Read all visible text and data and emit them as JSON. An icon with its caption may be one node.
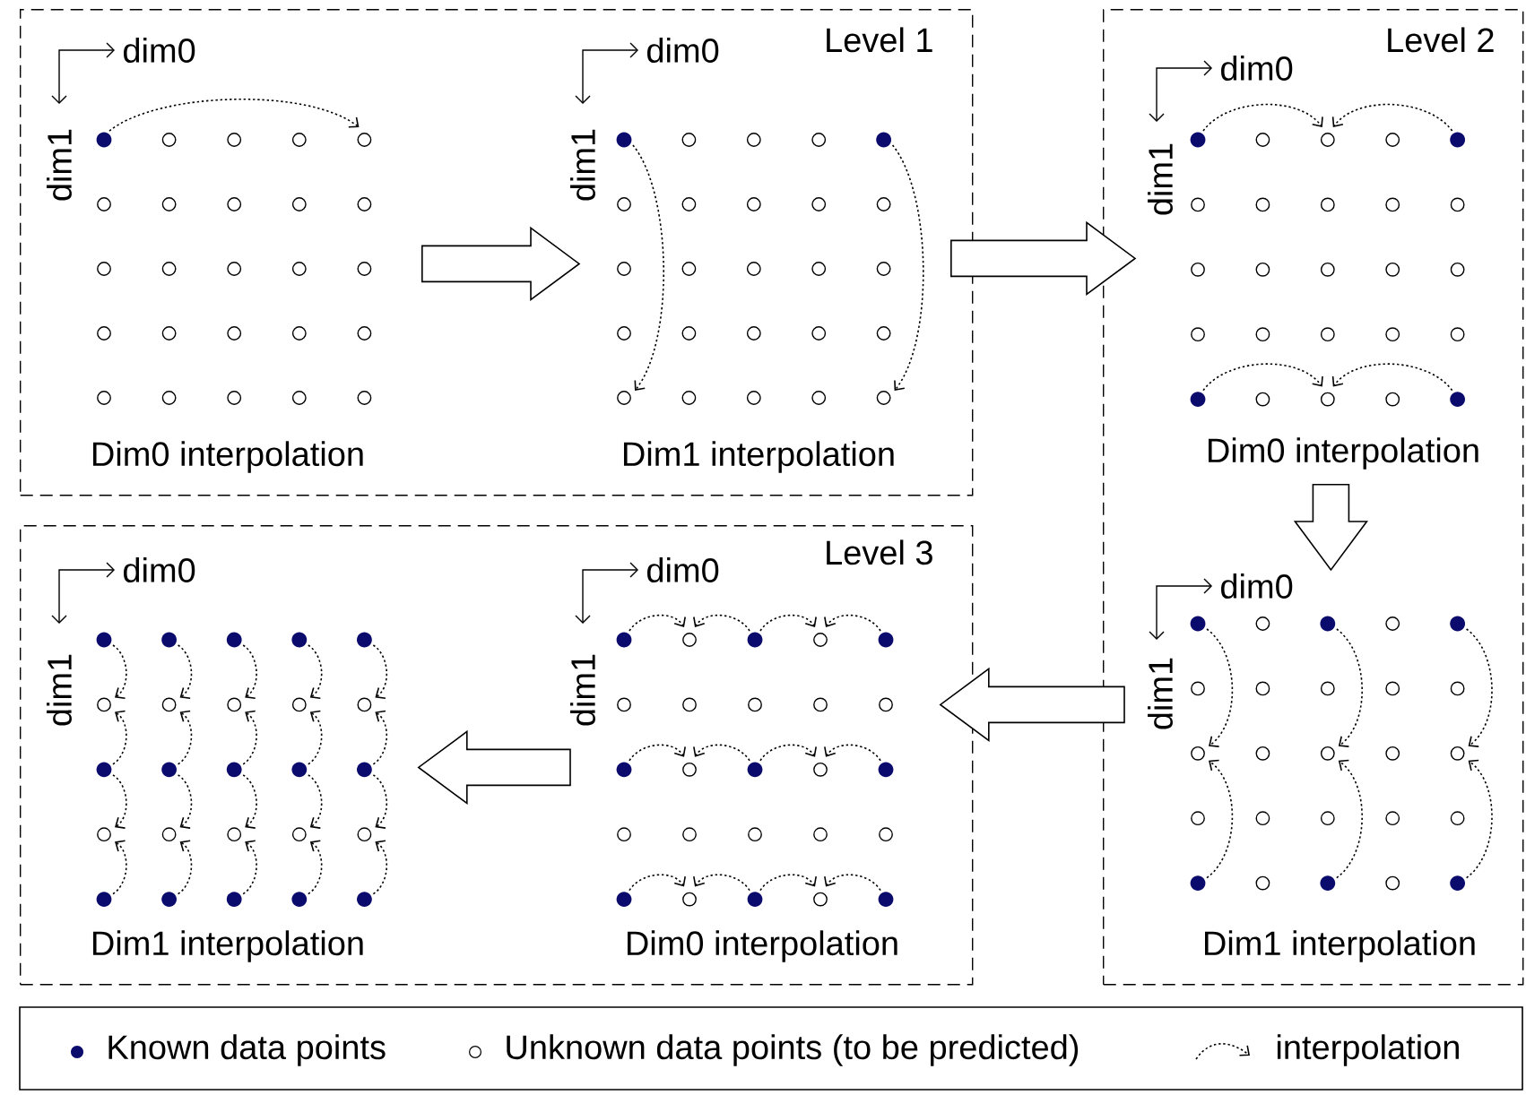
{
  "diagram": {
    "nodes": [
      {
        "text": [
          "Level 1"
        ]
      },
      {
        "text": [
          "Dim0 interpolation"
        ],
        "in": 0
      },
      {
        "text": [
          "Dim1 interpolation"
        ],
        "in": 0
      },
      {
        "text": [
          "Level 2"
        ]
      },
      {
        "text": [
          "Dim0 interpolation"
        ],
        "in": 3
      },
      {
        "text": [
          "Dim1 interpolation"
        ],
        "in": 3
      },
      {
        "text": [
          "Level 3"
        ]
      },
      {
        "text": [
          "Dim1 interpolation"
        ],
        "in": 6
      },
      {
        "text": [
          "Dim0 interpolation"
        ],
        "in": 6
      }
    ],
    "edges": [
      {
        "from": 1,
        "to": 2,
        "arrow": "to"
      },
      {
        "from": 2,
        "to": 4,
        "arrow": "to"
      },
      {
        "from": 4,
        "to": 5,
        "arrow": "to"
      },
      {
        "from": 5,
        "to": 8,
        "arrow": "to"
      },
      {
        "from": 8,
        "to": 7,
        "arrow": "to"
      }
    ],
    "labels": [
      "dim0",
      "dim1",
      "dim0",
      "dim1",
      "dim0",
      "dim1",
      "dim0",
      "dim1",
      "dim0",
      "dim1",
      "dim0",
      "dim1"
    ],
    "legend": [
      {
        "text": "Known data points"
      },
      {
        "text": "Unknown data points (to be predicted)"
      },
      {
        "text": "interpolation"
      }
    ]
  }
}
